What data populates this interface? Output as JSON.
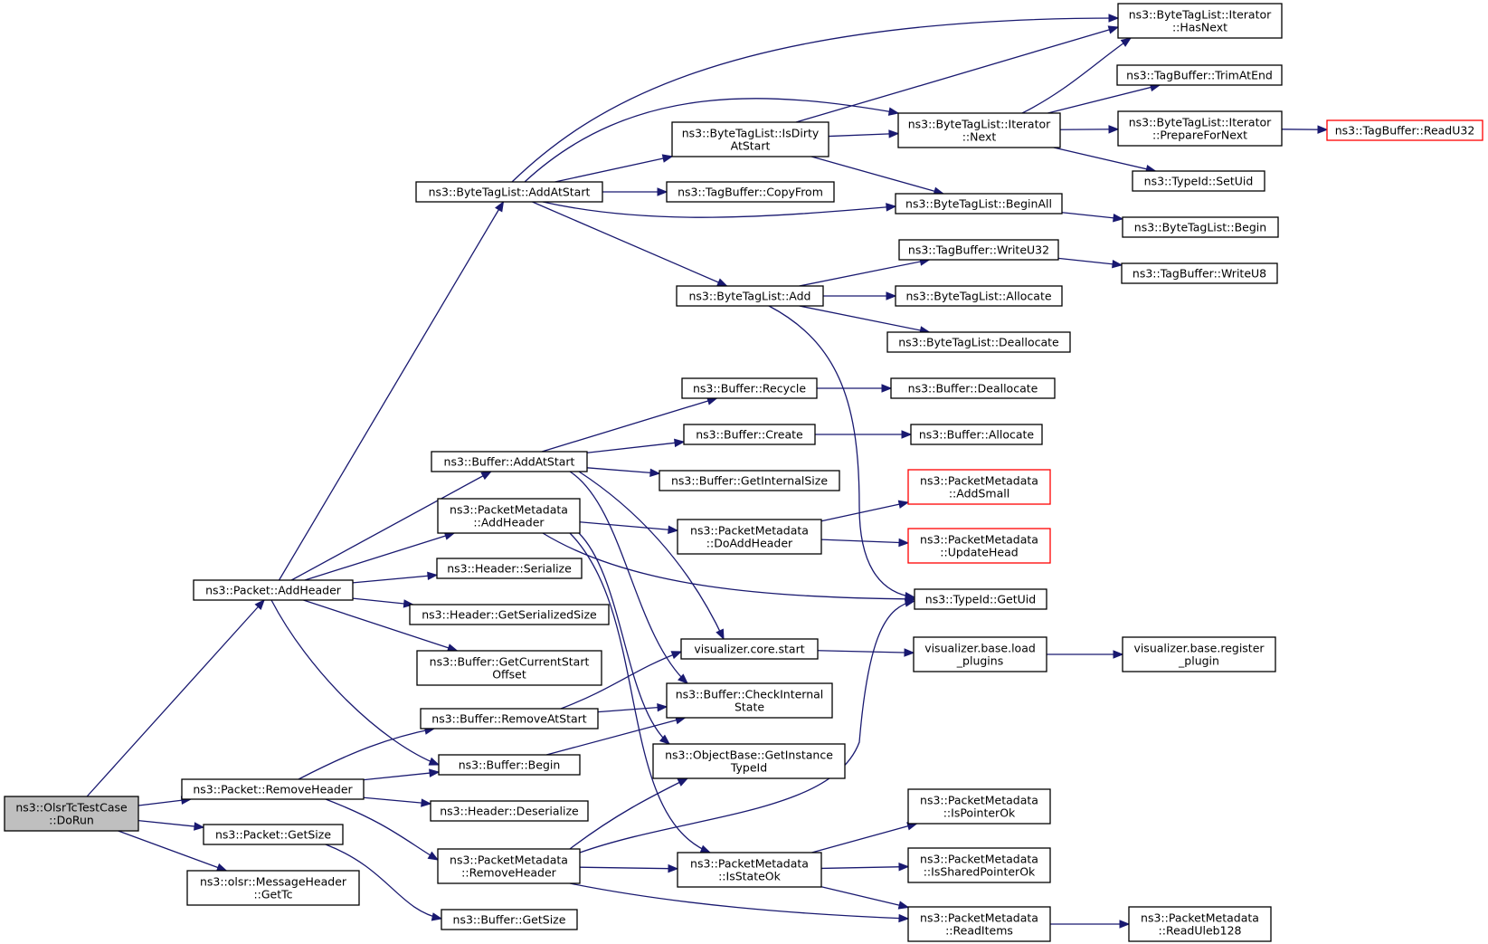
{
  "graph": {
    "nodes": [
      {
        "id": "dorun",
        "lines": [
          "ns3::OlsrTcTestCase",
          "::DoRun"
        ],
        "style": "root"
      },
      {
        "id": "p_addheader",
        "lines": [
          "ns3::Packet::AddHeader"
        ]
      },
      {
        "id": "p_removeheader",
        "lines": [
          "ns3::Packet::RemoveHeader"
        ]
      },
      {
        "id": "p_getsize",
        "lines": [
          "ns3::Packet::GetSize"
        ]
      },
      {
        "id": "olsr_gettc",
        "lines": [
          "ns3::olsr::MessageHeader",
          "::GetTc"
        ]
      },
      {
        "id": "btl_addatstart",
        "lines": [
          "ns3::ByteTagList::AddAtStart"
        ]
      },
      {
        "id": "b_addatstart",
        "lines": [
          "ns3::Buffer::AddAtStart"
        ]
      },
      {
        "id": "pm_addheader",
        "lines": [
          "ns3::PacketMetadata",
          "::AddHeader"
        ]
      },
      {
        "id": "h_serialize",
        "lines": [
          "ns3::Header::Serialize"
        ]
      },
      {
        "id": "h_getserializedsize",
        "lines": [
          "ns3::Header::GetSerializedSize"
        ]
      },
      {
        "id": "b_getcurrentstartoffset",
        "lines": [
          "ns3::Buffer::GetCurrentStart",
          "Offset"
        ]
      },
      {
        "id": "b_removeatstart",
        "lines": [
          "ns3::Buffer::RemoveAtStart"
        ]
      },
      {
        "id": "b_begin",
        "lines": [
          "ns3::Buffer::Begin"
        ]
      },
      {
        "id": "h_deserialize",
        "lines": [
          "ns3::Header::Deserialize"
        ]
      },
      {
        "id": "pm_removeheader",
        "lines": [
          "ns3::PacketMetadata",
          "::RemoveHeader"
        ]
      },
      {
        "id": "b_getsize",
        "lines": [
          "ns3::Buffer::GetSize"
        ]
      },
      {
        "id": "btl_isdirty",
        "lines": [
          "ns3::ByteTagList::IsDirty",
          "AtStart"
        ]
      },
      {
        "id": "tb_copyfrom",
        "lines": [
          "ns3::TagBuffer::CopyFrom"
        ]
      },
      {
        "id": "btl_add",
        "lines": [
          "ns3::ByteTagList::Add"
        ]
      },
      {
        "id": "b_recycle",
        "lines": [
          "ns3::Buffer::Recycle"
        ]
      },
      {
        "id": "b_create",
        "lines": [
          "ns3::Buffer::Create"
        ]
      },
      {
        "id": "b_getinternalsize",
        "lines": [
          "ns3::Buffer::GetInternalSize"
        ]
      },
      {
        "id": "pm_doaddheader",
        "lines": [
          "ns3::PacketMetadata",
          "::DoAddHeader"
        ]
      },
      {
        "id": "viz_core_start",
        "lines": [
          "visualizer.core.start"
        ]
      },
      {
        "id": "b_checkinternalstate",
        "lines": [
          "ns3::Buffer::CheckInternal",
          "State"
        ]
      },
      {
        "id": "ob_getinstancetypeid",
        "lines": [
          "ns3::ObjectBase::GetInstance",
          "TypeId"
        ]
      },
      {
        "id": "pm_isstateok",
        "lines": [
          "ns3::PacketMetadata",
          "::IsStateOk"
        ]
      },
      {
        "id": "btli_next",
        "lines": [
          "ns3::ByteTagList::Iterator",
          "::Next"
        ]
      },
      {
        "id": "btl_beginall",
        "lines": [
          "ns3::ByteTagList::BeginAll"
        ]
      },
      {
        "id": "tb_writeu32",
        "lines": [
          "ns3::TagBuffer::WriteU32"
        ]
      },
      {
        "id": "btl_allocate",
        "lines": [
          "ns3::ByteTagList::Allocate"
        ]
      },
      {
        "id": "btl_deallocate",
        "lines": [
          "ns3::ByteTagList::Deallocate"
        ]
      },
      {
        "id": "b_deallocate",
        "lines": [
          "ns3::Buffer::Deallocate"
        ]
      },
      {
        "id": "b_allocate",
        "lines": [
          "ns3::Buffer::Allocate"
        ]
      },
      {
        "id": "pm_addsmall",
        "lines": [
          "ns3::PacketMetadata",
          "::AddSmall"
        ],
        "style": "trunc"
      },
      {
        "id": "pm_updatehead",
        "lines": [
          "ns3::PacketMetadata",
          "::UpdateHead"
        ],
        "style": "trunc"
      },
      {
        "id": "typeid_getuid",
        "lines": [
          "ns3::TypeId::GetUid"
        ]
      },
      {
        "id": "viz_load_plugins",
        "lines": [
          "visualizer.base.load",
          "_plugins"
        ]
      },
      {
        "id": "pm_ispointerok",
        "lines": [
          "ns3::PacketMetadata",
          "::IsPointerOk"
        ]
      },
      {
        "id": "pm_issharedpointerok",
        "lines": [
          "ns3::PacketMetadata",
          "::IsSharedPointerOk"
        ]
      },
      {
        "id": "pm_readitems",
        "lines": [
          "ns3::PacketMetadata",
          "::ReadItems"
        ]
      },
      {
        "id": "btli_hasnext",
        "lines": [
          "ns3::ByteTagList::Iterator",
          "::HasNext"
        ]
      },
      {
        "id": "tb_trimatend",
        "lines": [
          "ns3::TagBuffer::TrimAtEnd"
        ]
      },
      {
        "id": "btli_preparefornext",
        "lines": [
          "ns3::ByteTagList::Iterator",
          "::PrepareForNext"
        ]
      },
      {
        "id": "typeid_setuid",
        "lines": [
          "ns3::TypeId::SetUid"
        ]
      },
      {
        "id": "btl_begin",
        "lines": [
          "ns3::ByteTagList::Begin"
        ]
      },
      {
        "id": "tb_writeu8",
        "lines": [
          "ns3::TagBuffer::WriteU8"
        ]
      },
      {
        "id": "viz_register_plugin",
        "lines": [
          "visualizer.base.register",
          "_plugin"
        ]
      },
      {
        "id": "pm_readuleb128",
        "lines": [
          "ns3::PacketMetadata",
          "::ReadUleb128"
        ]
      },
      {
        "id": "tb_readu32",
        "lines": [
          "ns3::TagBuffer::ReadU32"
        ],
        "style": "trunc"
      }
    ],
    "edges": [
      [
        "dorun",
        "p_addheader"
      ],
      [
        "dorun",
        "p_removeheader"
      ],
      [
        "dorun",
        "p_getsize"
      ],
      [
        "dorun",
        "olsr_gettc"
      ],
      [
        "p_addheader",
        "btl_addatstart"
      ],
      [
        "p_addheader",
        "b_addatstart"
      ],
      [
        "p_addheader",
        "pm_addheader"
      ],
      [
        "p_addheader",
        "h_serialize"
      ],
      [
        "p_addheader",
        "h_getserializedsize"
      ],
      [
        "p_addheader",
        "b_getcurrentstartoffset"
      ],
      [
        "p_addheader",
        "b_begin"
      ],
      [
        "p_removeheader",
        "b_removeatstart"
      ],
      [
        "p_removeheader",
        "b_begin"
      ],
      [
        "p_removeheader",
        "h_deserialize"
      ],
      [
        "p_removeheader",
        "pm_removeheader"
      ],
      [
        "p_getsize",
        "b_getsize"
      ],
      [
        "btl_addatstart",
        "btl_isdirty"
      ],
      [
        "btl_addatstart",
        "tb_copyfrom"
      ],
      [
        "btl_addatstart",
        "btl_add"
      ],
      [
        "btl_addatstart",
        "btl_beginall"
      ],
      [
        "btl_addatstart",
        "btli_hasnext"
      ],
      [
        "btl_addatstart",
        "btli_next"
      ],
      [
        "b_addatstart",
        "b_recycle"
      ],
      [
        "b_addatstart",
        "b_create"
      ],
      [
        "b_addatstart",
        "b_getinternalsize"
      ],
      [
        "b_addatstart",
        "viz_core_start"
      ],
      [
        "b_addatstart",
        "b_checkinternalstate"
      ],
      [
        "pm_addheader",
        "pm_doaddheader"
      ],
      [
        "pm_addheader",
        "typeid_getuid"
      ],
      [
        "pm_addheader",
        "ob_getinstancetypeid"
      ],
      [
        "pm_addheader",
        "pm_isstateok"
      ],
      [
        "b_removeatstart",
        "viz_core_start"
      ],
      [
        "b_removeatstart",
        "b_checkinternalstate"
      ],
      [
        "b_begin",
        "b_checkinternalstate"
      ],
      [
        "pm_removeheader",
        "ob_getinstancetypeid"
      ],
      [
        "pm_removeheader",
        "typeid_getuid"
      ],
      [
        "pm_removeheader",
        "pm_isstateok"
      ],
      [
        "pm_removeheader",
        "pm_readitems"
      ],
      [
        "btl_isdirty",
        "btli_hasnext"
      ],
      [
        "btl_isdirty",
        "btli_next"
      ],
      [
        "btl_isdirty",
        "btl_beginall"
      ],
      [
        "btl_add",
        "tb_writeu32"
      ],
      [
        "btl_add",
        "btl_allocate"
      ],
      [
        "btl_add",
        "btl_deallocate"
      ],
      [
        "btl_add",
        "typeid_getuid"
      ],
      [
        "b_recycle",
        "b_deallocate"
      ],
      [
        "b_create",
        "b_allocate"
      ],
      [
        "pm_doaddheader",
        "pm_addsmall"
      ],
      [
        "pm_doaddheader",
        "pm_updatehead"
      ],
      [
        "viz_core_start",
        "viz_load_plugins"
      ],
      [
        "pm_isstateok",
        "pm_ispointerok"
      ],
      [
        "pm_isstateok",
        "pm_issharedpointerok"
      ],
      [
        "pm_isstateok",
        "pm_readitems"
      ],
      [
        "btli_next",
        "btli_hasnext"
      ],
      [
        "btli_next",
        "tb_trimatend"
      ],
      [
        "btli_next",
        "btli_preparefornext"
      ],
      [
        "btli_next",
        "typeid_setuid"
      ],
      [
        "btl_beginall",
        "btl_begin"
      ],
      [
        "tb_writeu32",
        "tb_writeu8"
      ],
      [
        "viz_load_plugins",
        "viz_register_plugin"
      ],
      [
        "pm_readitems",
        "pm_readuleb128"
      ],
      [
        "btli_preparefornext",
        "tb_readu32"
      ]
    ]
  }
}
